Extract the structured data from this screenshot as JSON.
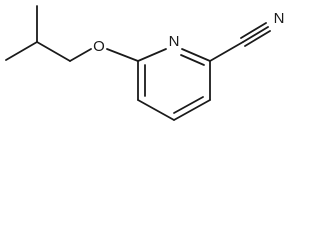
{
  "molecule": {
    "atoms": {
      "oxygen": "O",
      "ring_nitrogen": "N",
      "nitrile_nitrogen": "N"
    }
  }
}
